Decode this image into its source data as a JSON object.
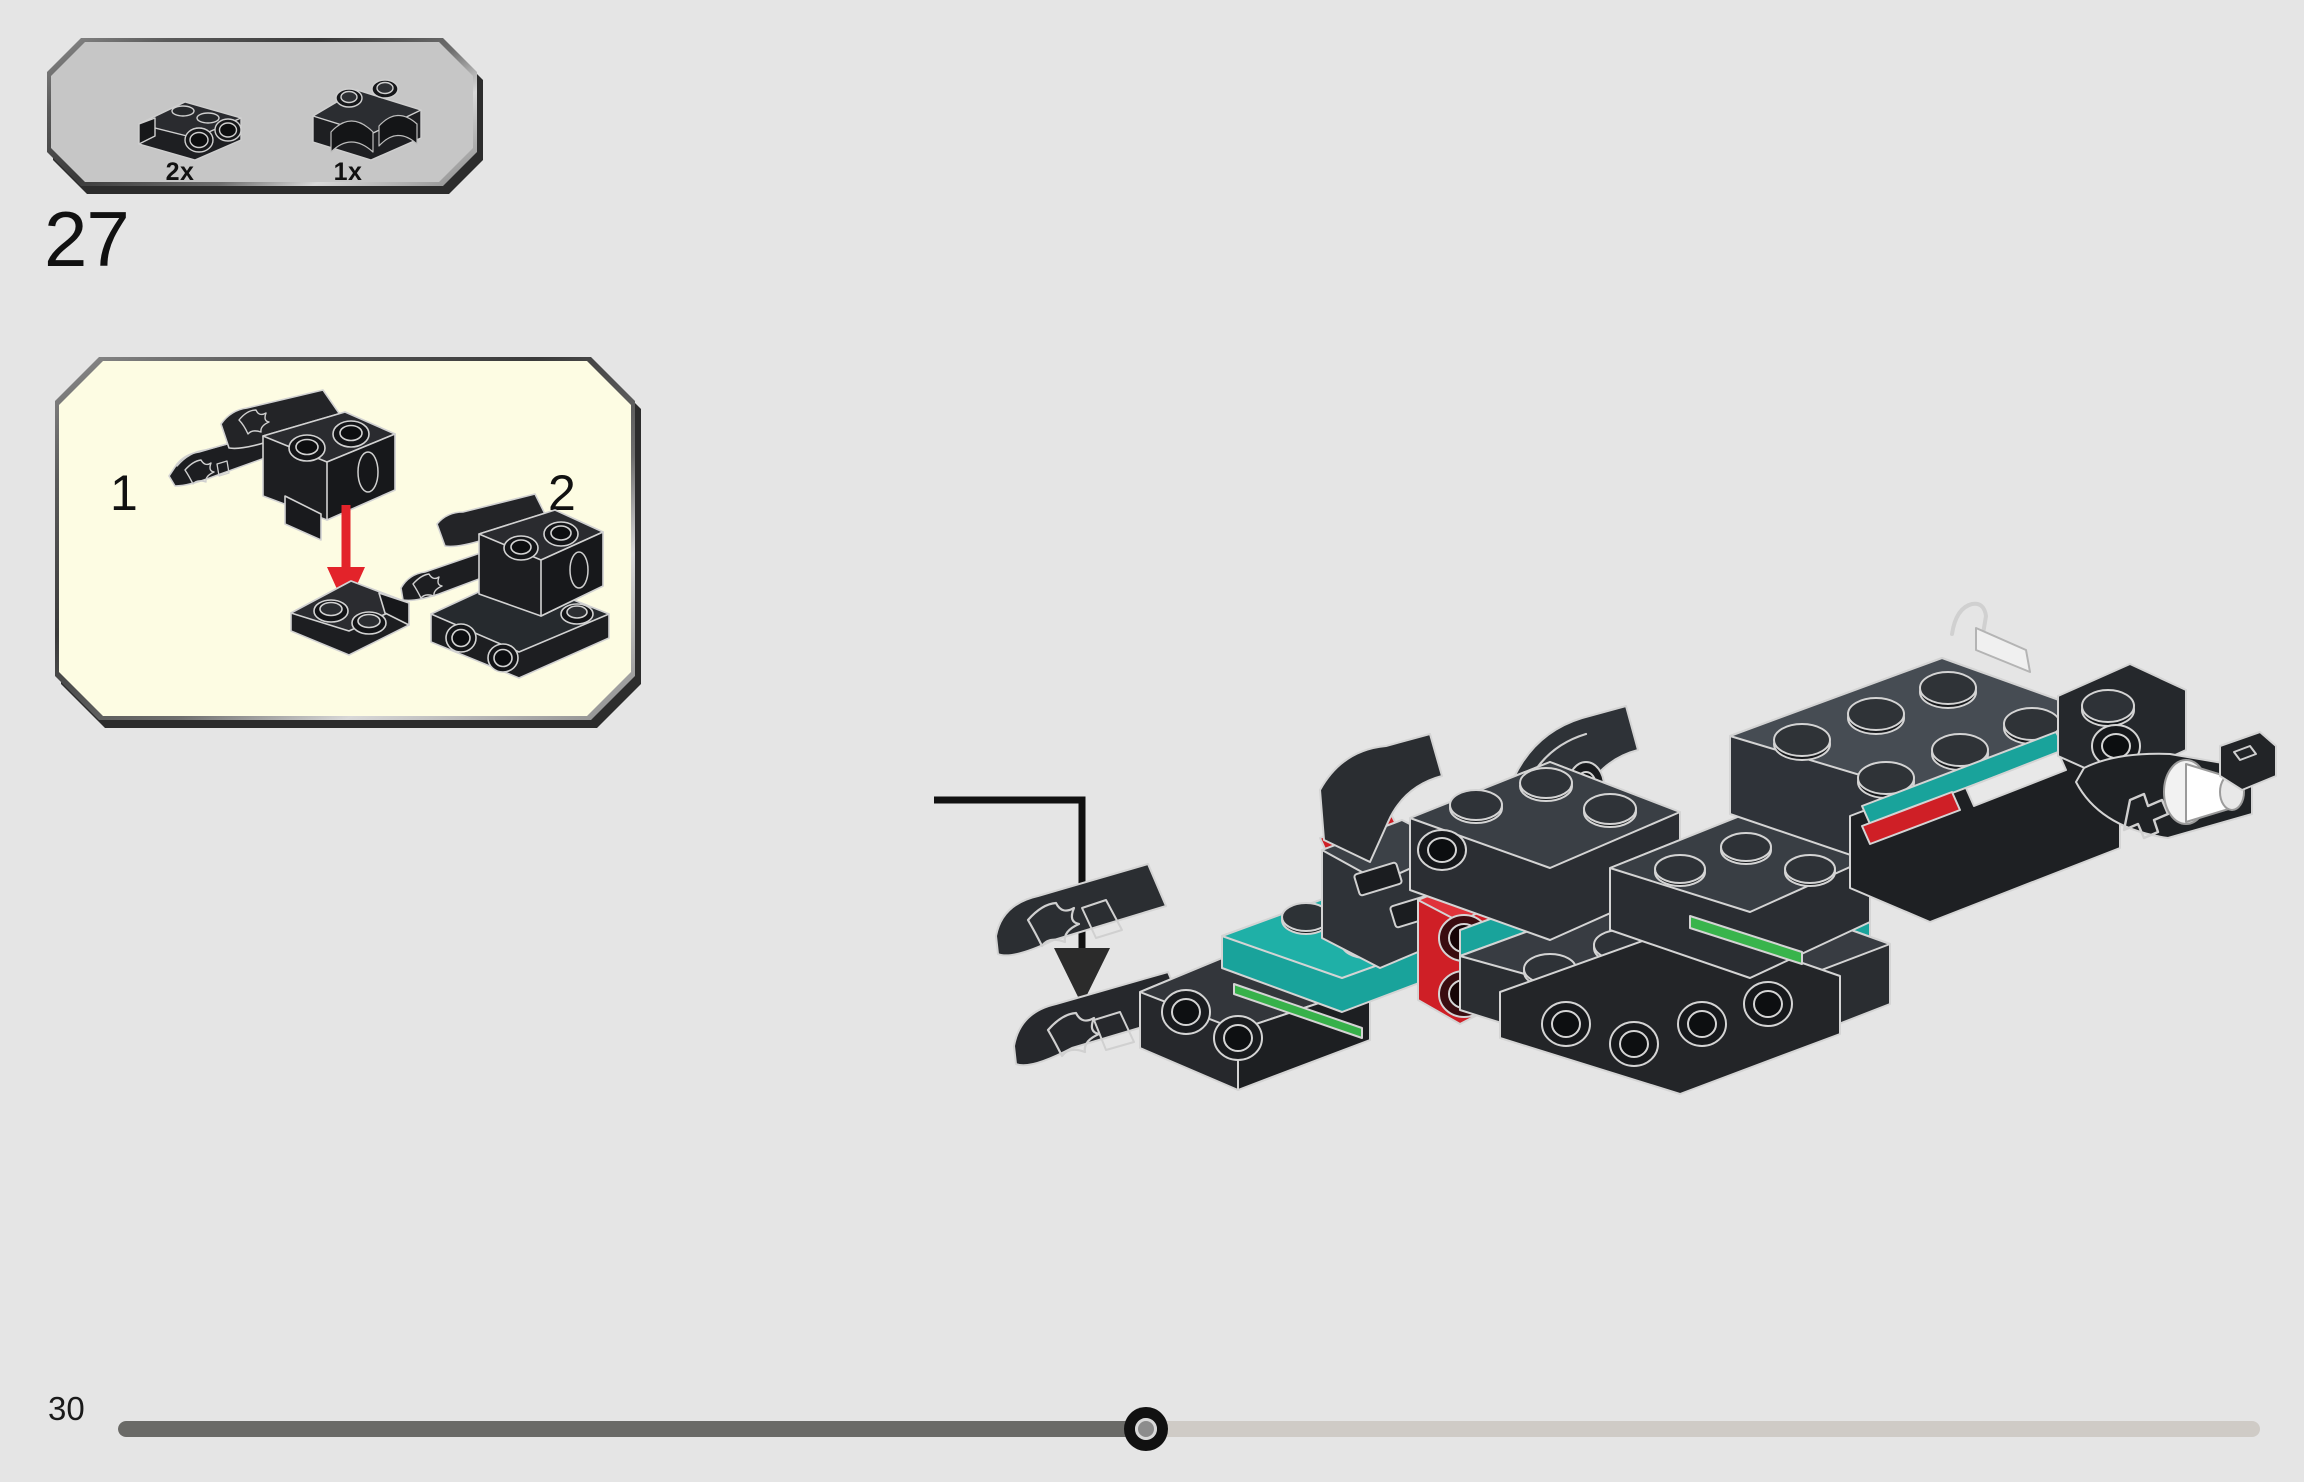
{
  "document": {
    "type": "lego-building-instructions",
    "step_number": "27",
    "page_number": "30"
  },
  "parts_callout": {
    "box_color": "#c6c6c6",
    "parts": [
      {
        "quantity_label": "2x",
        "part_name": "plate-1x2-with-two-side-studs",
        "color": "black"
      },
      {
        "quantity_label": "1x",
        "part_name": "brick-2x2-curved-double-with-studs",
        "color": "black"
      }
    ]
  },
  "substep_panel": {
    "box_color": "#fdfce3",
    "substeps": [
      {
        "label": "1",
        "action": "attach-bracket-onto-plate",
        "arrow_color": "#e3232a"
      },
      {
        "label": "2",
        "action": "assembled-result"
      }
    ]
  },
  "callout_connector": {
    "style": "L-shaped-arrow",
    "color": "#111111",
    "direction": "down"
  },
  "main_model": {
    "description": "partially-built-dark-gray-race-car-chassis",
    "accent_colors": {
      "teal": "#19a39b",
      "red": "#cf1f26",
      "dark_gray": "#3e4247",
      "mid_gray": "#5c6166",
      "black": "#1c1d20"
    }
  },
  "footer": {
    "page_number": "30",
    "progress_percent": 48,
    "track_color": "#cfcbc6",
    "fill_color": "#6a6a67",
    "knob_color": "#111111"
  }
}
